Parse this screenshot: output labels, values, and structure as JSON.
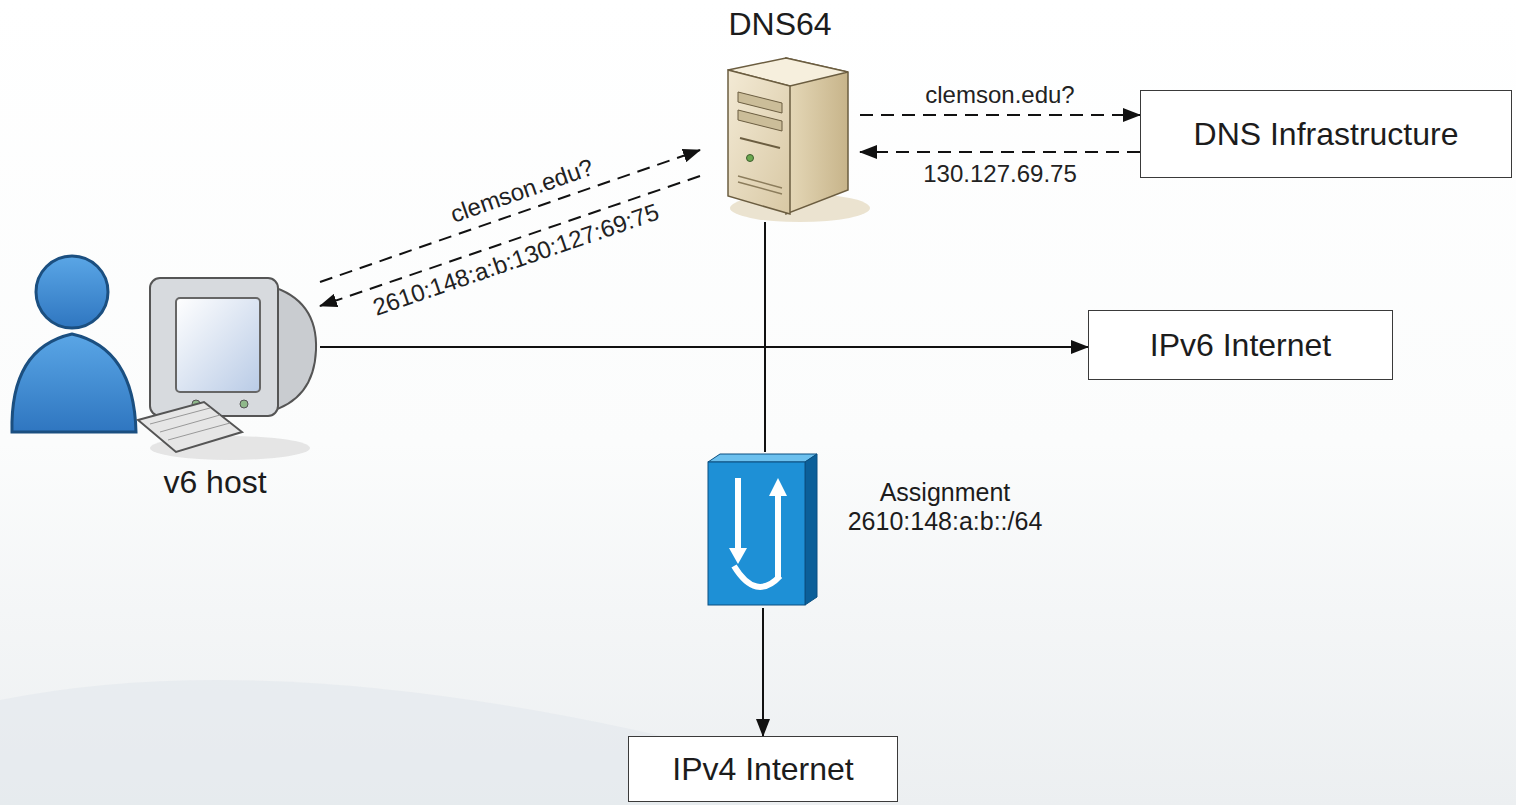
{
  "diagram": {
    "nodes": [
      {
        "text": [
          "DNS64"
        ]
      },
      {
        "text": [
          "DNS Infrastructure"
        ]
      },
      {
        "text": [
          "v6 host"
        ]
      },
      {
        "text": [
          "IPv6 Internet"
        ]
      },
      {
        "text": [
          "Assignment 2610:148:a:b::/64"
        ]
      },
      {
        "text": [
          "IPv4 Internet"
        ]
      }
    ],
    "edges": [
      {
        "from": 0,
        "to": 1,
        "label": "clemson.edu?",
        "arrow": "to"
      },
      {
        "from": 1,
        "to": 0,
        "label": "130.127.69.75",
        "arrow": "to"
      },
      {
        "from": 2,
        "to": 0,
        "label": "clemson.edu?",
        "arrow": "to"
      },
      {
        "from": 0,
        "to": 2,
        "label": "2610:148:a:b:130:127:69:75",
        "arrow": "to"
      },
      {
        "from": 2,
        "to": 3,
        "arrow": "to"
      },
      {
        "from": 0,
        "to": 4,
        "arrow": "none"
      },
      {
        "from": 4,
        "to": 5,
        "arrow": "to"
      }
    ]
  }
}
